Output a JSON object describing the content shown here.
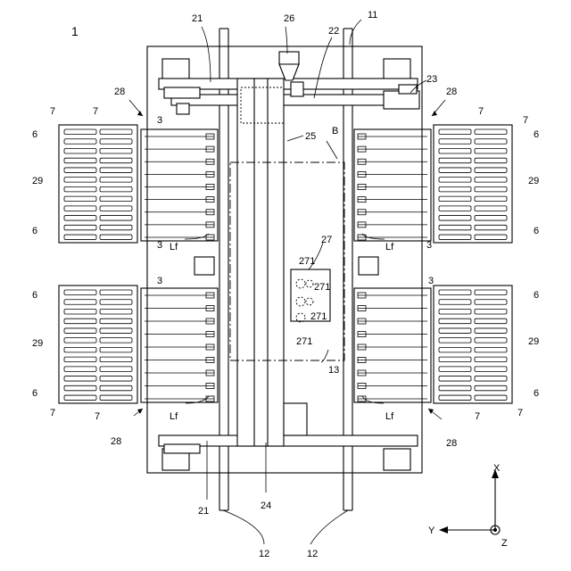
{
  "figure_number": "1",
  "labels": {
    "base": "11",
    "rail": "12",
    "coater": "13",
    "carrier": "3",
    "hand": "6",
    "finger": "7",
    "beam_upper": "21",
    "beam_lower": "21",
    "beam_22": "22",
    "motor": "23",
    "beam_24": "24",
    "beam_25": "25",
    "nozzle": "26",
    "head_group": "27",
    "station": "28",
    "rack": "29",
    "head": "271",
    "lf": "Lf",
    "region_b": "B"
  },
  "axes": {
    "x": "X",
    "y": "Y",
    "z": "Z"
  }
}
